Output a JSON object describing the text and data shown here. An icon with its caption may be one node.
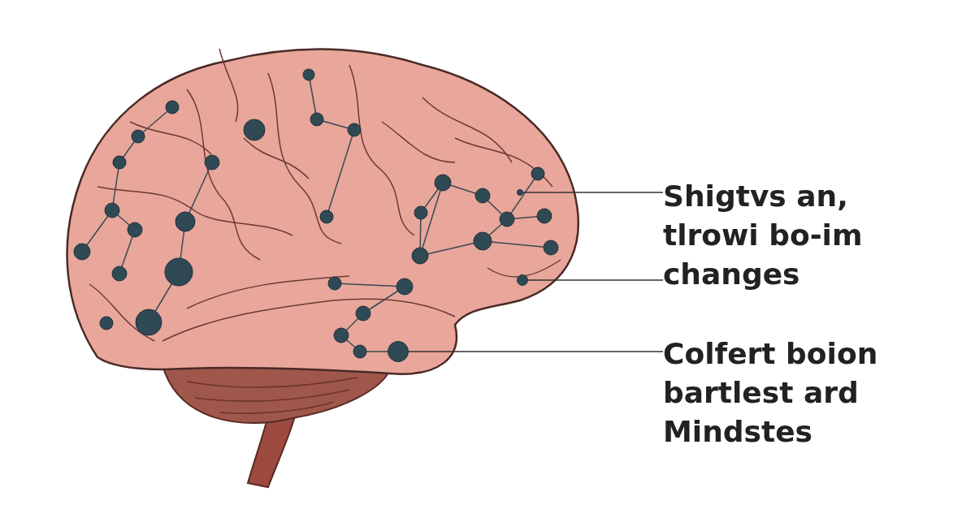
{
  "diagram": {
    "nodes": [
      {
        "text": [
          "Shigtvs an, tlrowi bo-im changes"
        ]
      },
      {
        "text": [
          "Colfert boion bartlest ard Mindstes"
        ]
      },
      {
        "text": [],
        "shape": "circle"
      },
      {
        "text": [],
        "shape": "circle"
      },
      {
        "text": [],
        "shape": "circle"
      }
    ],
    "edges": [
      {
        "from": 0,
        "to": 2,
        "arrow": "none"
      },
      {
        "from": 0,
        "to": 3,
        "arrow": "none"
      },
      {
        "from": 1,
        "to": 4,
        "arrow": "none"
      }
    ]
  }
}
